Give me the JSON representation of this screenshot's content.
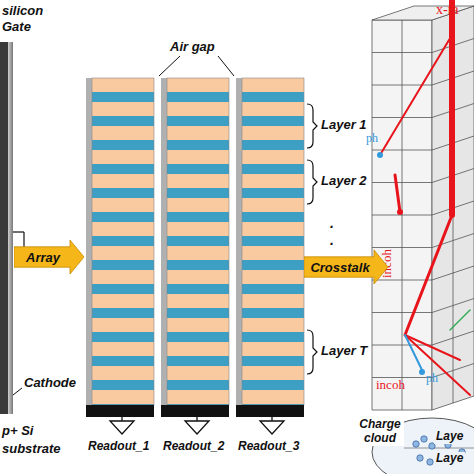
{
  "diagram": {
    "nodes": [
      {
        "text": [
          "Array"
        ]
      },
      {
        "text": [
          "Crosstalk"
        ]
      }
    ],
    "labels": [
      "silicon",
      "Gate",
      "Air gap",
      "Layer 1",
      "Layer 2",
      ".",
      ".",
      "Layer T",
      "Cathode",
      "p+ Si",
      "substrate",
      "Readout_1",
      "Readout_2",
      "Readout_3",
      "x-ra",
      "ph",
      "incoh",
      "incoh",
      "ph",
      "Charge cloud",
      "Laye",
      "Laye"
    ]
  }
}
